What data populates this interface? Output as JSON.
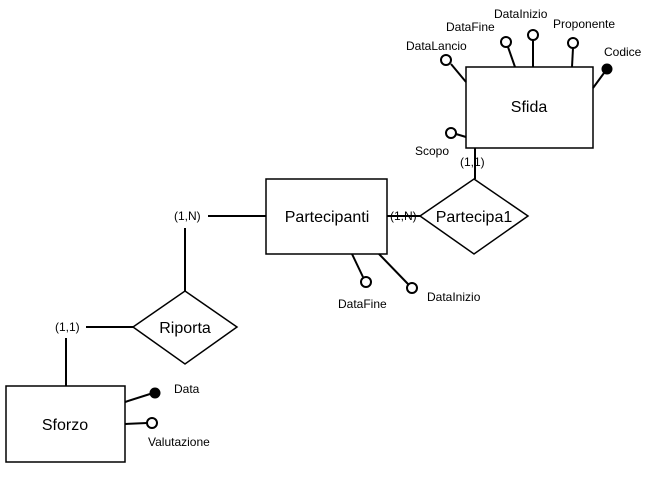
{
  "entities": {
    "sfida": "Sfida",
    "partecipanti": "Partecipanti",
    "sforzo": "Sforzo"
  },
  "relationships": {
    "partecipa1": "Partecipa1",
    "riporta": "Riporta"
  },
  "attributes": {
    "sfida_data_lancio": "DataLancio",
    "sfida_data_fine": "DataFine",
    "sfida_data_inizio": "DataInizio",
    "sfida_proponente": "Proponente",
    "sfida_codice": "Codice",
    "sfida_scopo": "Scopo",
    "partecipanti_data_fine": "DataFine",
    "partecipanti_data_inizio": "DataInizio",
    "sforzo_data": "Data",
    "sforzo_valutazione": "Valutazione"
  },
  "cardinalities": {
    "sfida_partecipa1": "(1,1)",
    "partecipanti_partecipa1": "(1,N)",
    "partecipanti_riporta": "(1,N)",
    "sforzo_riporta": "(1,1)"
  }
}
